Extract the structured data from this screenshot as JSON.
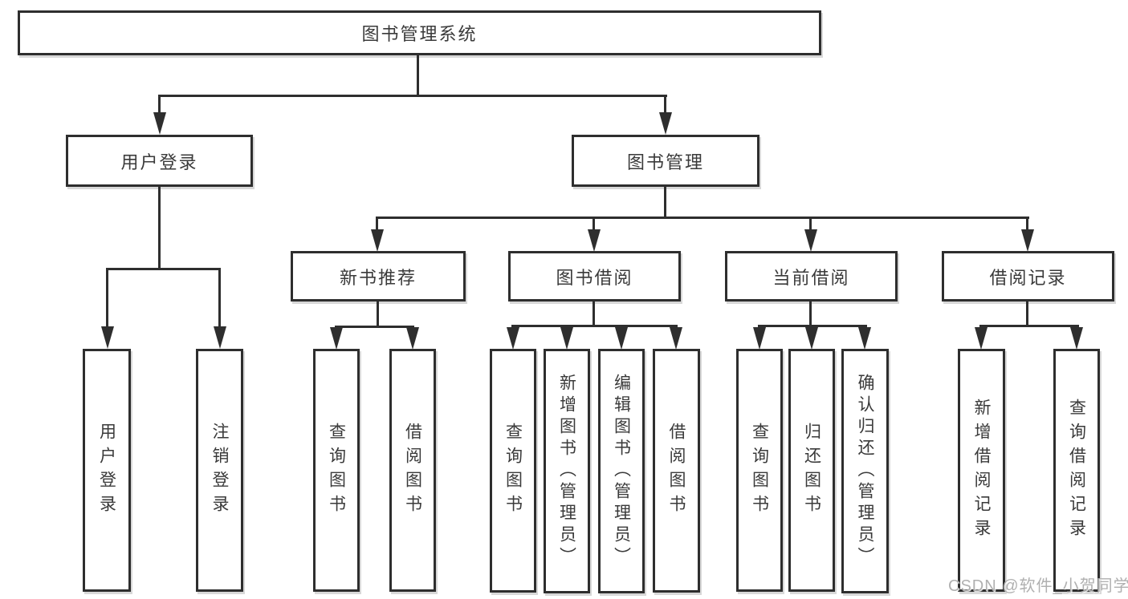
{
  "diagram": {
    "root": {
      "label": "图书管理系统"
    },
    "user_login": {
      "label": "用户登录",
      "children": [
        "用户登录",
        "注销登录"
      ]
    },
    "book_mgmt": {
      "label": "图书管理"
    },
    "new_book": {
      "label": "新书推荐",
      "children": [
        "查询图书",
        "借阅图书"
      ]
    },
    "book_borrow": {
      "label": "图书借阅",
      "children": [
        "查询图书",
        "新增图书（管理员）",
        "编辑图书（管理员）",
        "借阅图书"
      ]
    },
    "current_borrow": {
      "label": "当前借阅",
      "children": [
        "查询图书",
        "归还图书",
        "确认归还（管理员）"
      ]
    },
    "borrow_records": {
      "label": "借阅记录",
      "children": [
        "新增借阅记录",
        "查询借阅记录"
      ]
    }
  },
  "watermark": {
    "text": "CSDN @软件_小贺同学"
  },
  "colors": {
    "line": "#2e2e2e",
    "box_border": "#2e2e2e",
    "text": "#3a3a3a",
    "watermark": "#b0b0b0",
    "background": "#ffffff"
  }
}
